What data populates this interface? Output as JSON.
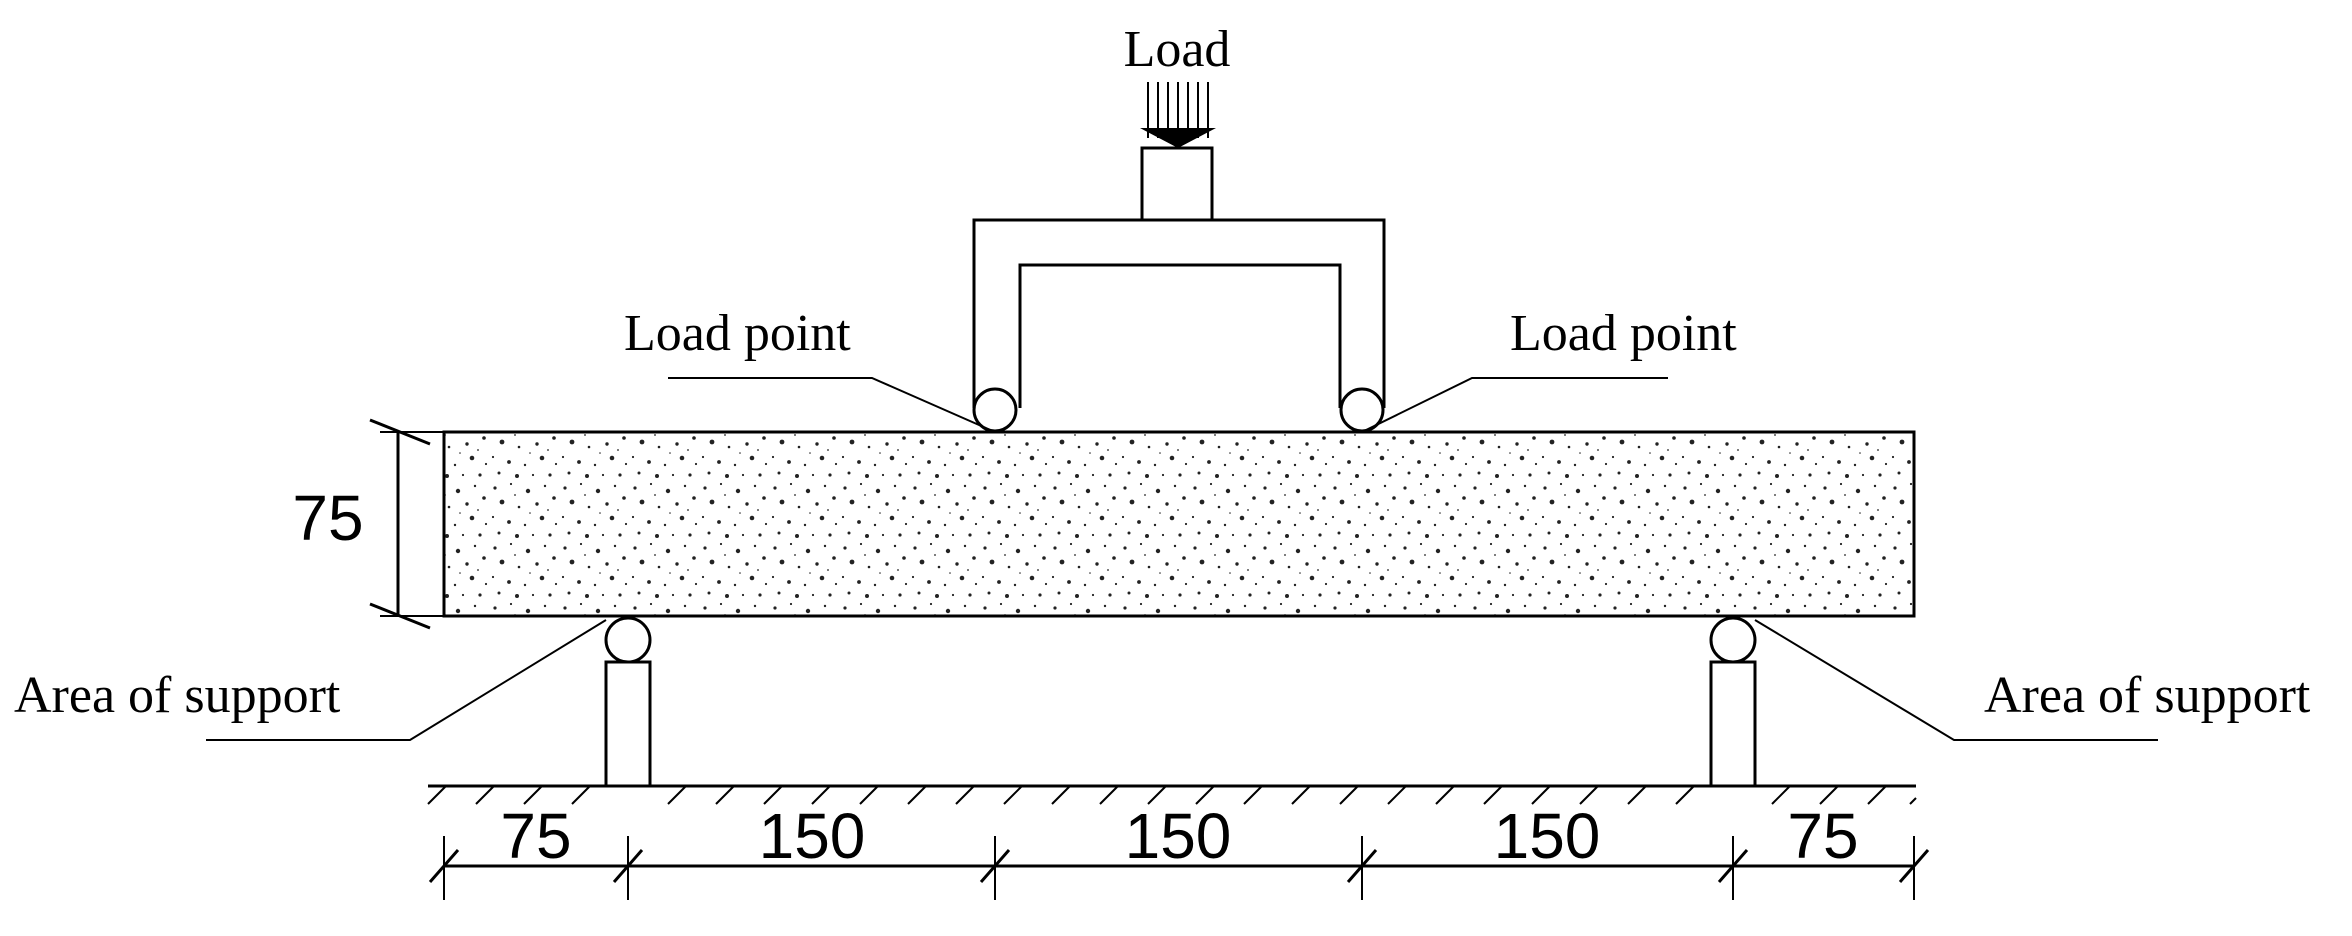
{
  "labels": {
    "load": "Load",
    "load_point_left": "Load point",
    "load_point_right": "Load point",
    "support_left": "Area of support",
    "support_right": "Area of support"
  },
  "dimensions": {
    "height": "75",
    "spans": [
      "75",
      "150",
      "150",
      "150",
      "75"
    ]
  }
}
